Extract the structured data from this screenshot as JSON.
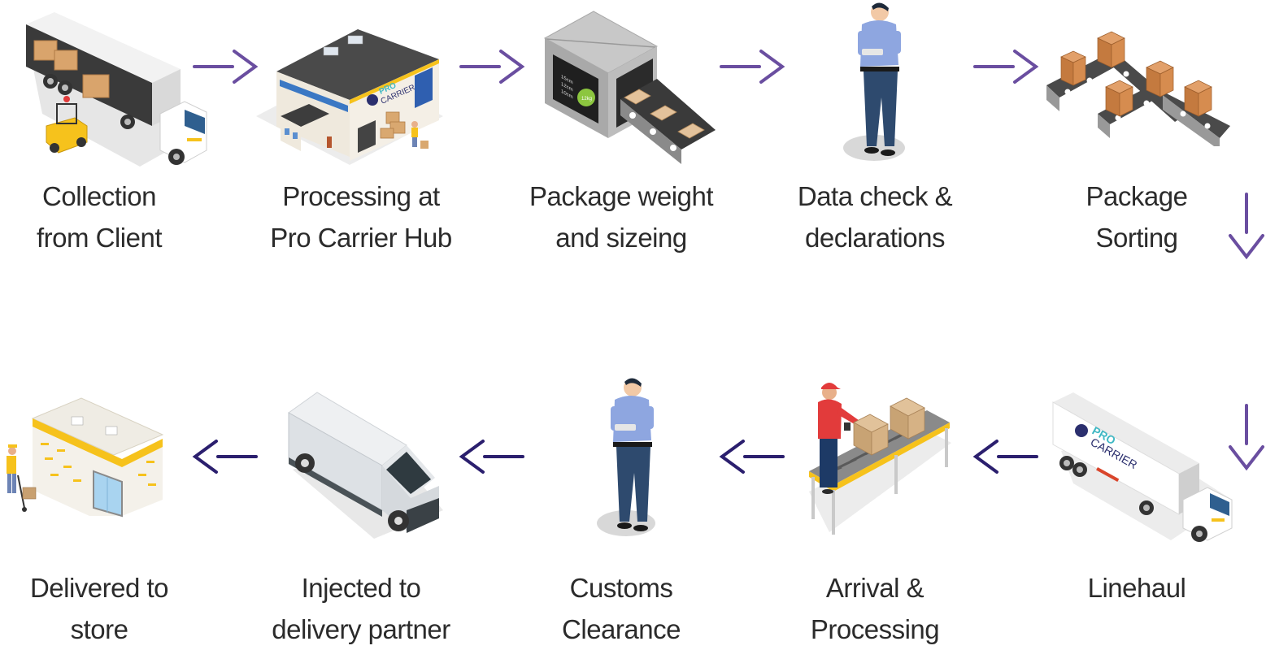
{
  "diagram": {
    "title": "Pro Carrier shipment process",
    "colors": {
      "arrow_top_row": "#6a4ea0",
      "arrow_bottom_row": "#2b1f6e",
      "label_text": "#2b2b2b",
      "brand_teal": "#3fb8c4",
      "brand_navy": "#2b2f6e",
      "box_brown": "#c98b52",
      "accent_yellow": "#f6c21c"
    },
    "brand_logo": {
      "line1": "PRO",
      "line2": "CARRIER"
    },
    "scanner_screen": {
      "rows": [
        "15cm",
        "12cm",
        "10cm"
      ],
      "badge": "12kg"
    },
    "steps": [
      {
        "order": 1,
        "line1": "Collection",
        "line2": "from Client",
        "icon": "truck-forklift-icon"
      },
      {
        "order": 2,
        "line1": "Processing at",
        "line2": "Pro Carrier Hub",
        "icon": "warehouse-icon"
      },
      {
        "order": 3,
        "line1": "Package weight",
        "line2": "and sizeing",
        "icon": "scanner-conveyor-icon"
      },
      {
        "order": 4,
        "line1": "Data check &",
        "line2": "declarations",
        "icon": "officer-icon"
      },
      {
        "order": 5,
        "line1": "Package",
        "line2": "Sorting",
        "icon": "sorting-conveyor-icon"
      },
      {
        "order": 6,
        "line1": "Linehaul",
        "line2": "",
        "icon": "branded-truck-icon"
      },
      {
        "order": 7,
        "line1": "Arrival &",
        "line2": "Processing",
        "icon": "worker-conveyor-icon"
      },
      {
        "order": 8,
        "line1": "Customs",
        "line2": "Clearance",
        "icon": "customs-officer-icon"
      },
      {
        "order": 9,
        "line1": "Injected to",
        "line2": "delivery partner",
        "icon": "van-icon"
      },
      {
        "order": 10,
        "line1": "Delivered to",
        "line2": "store",
        "icon": "store-icon"
      }
    ],
    "connectors": [
      {
        "from": 1,
        "to": 2,
        "direction": "right"
      },
      {
        "from": 2,
        "to": 3,
        "direction": "right"
      },
      {
        "from": 3,
        "to": 4,
        "direction": "right"
      },
      {
        "from": 4,
        "to": 5,
        "direction": "right"
      },
      {
        "from": 5,
        "to": 6,
        "direction": "down"
      },
      {
        "from": 6,
        "to": 7,
        "direction": "left"
      },
      {
        "from": 7,
        "to": 8,
        "direction": "left"
      },
      {
        "from": 8,
        "to": 9,
        "direction": "left"
      },
      {
        "from": 9,
        "to": 10,
        "direction": "left"
      }
    ]
  }
}
